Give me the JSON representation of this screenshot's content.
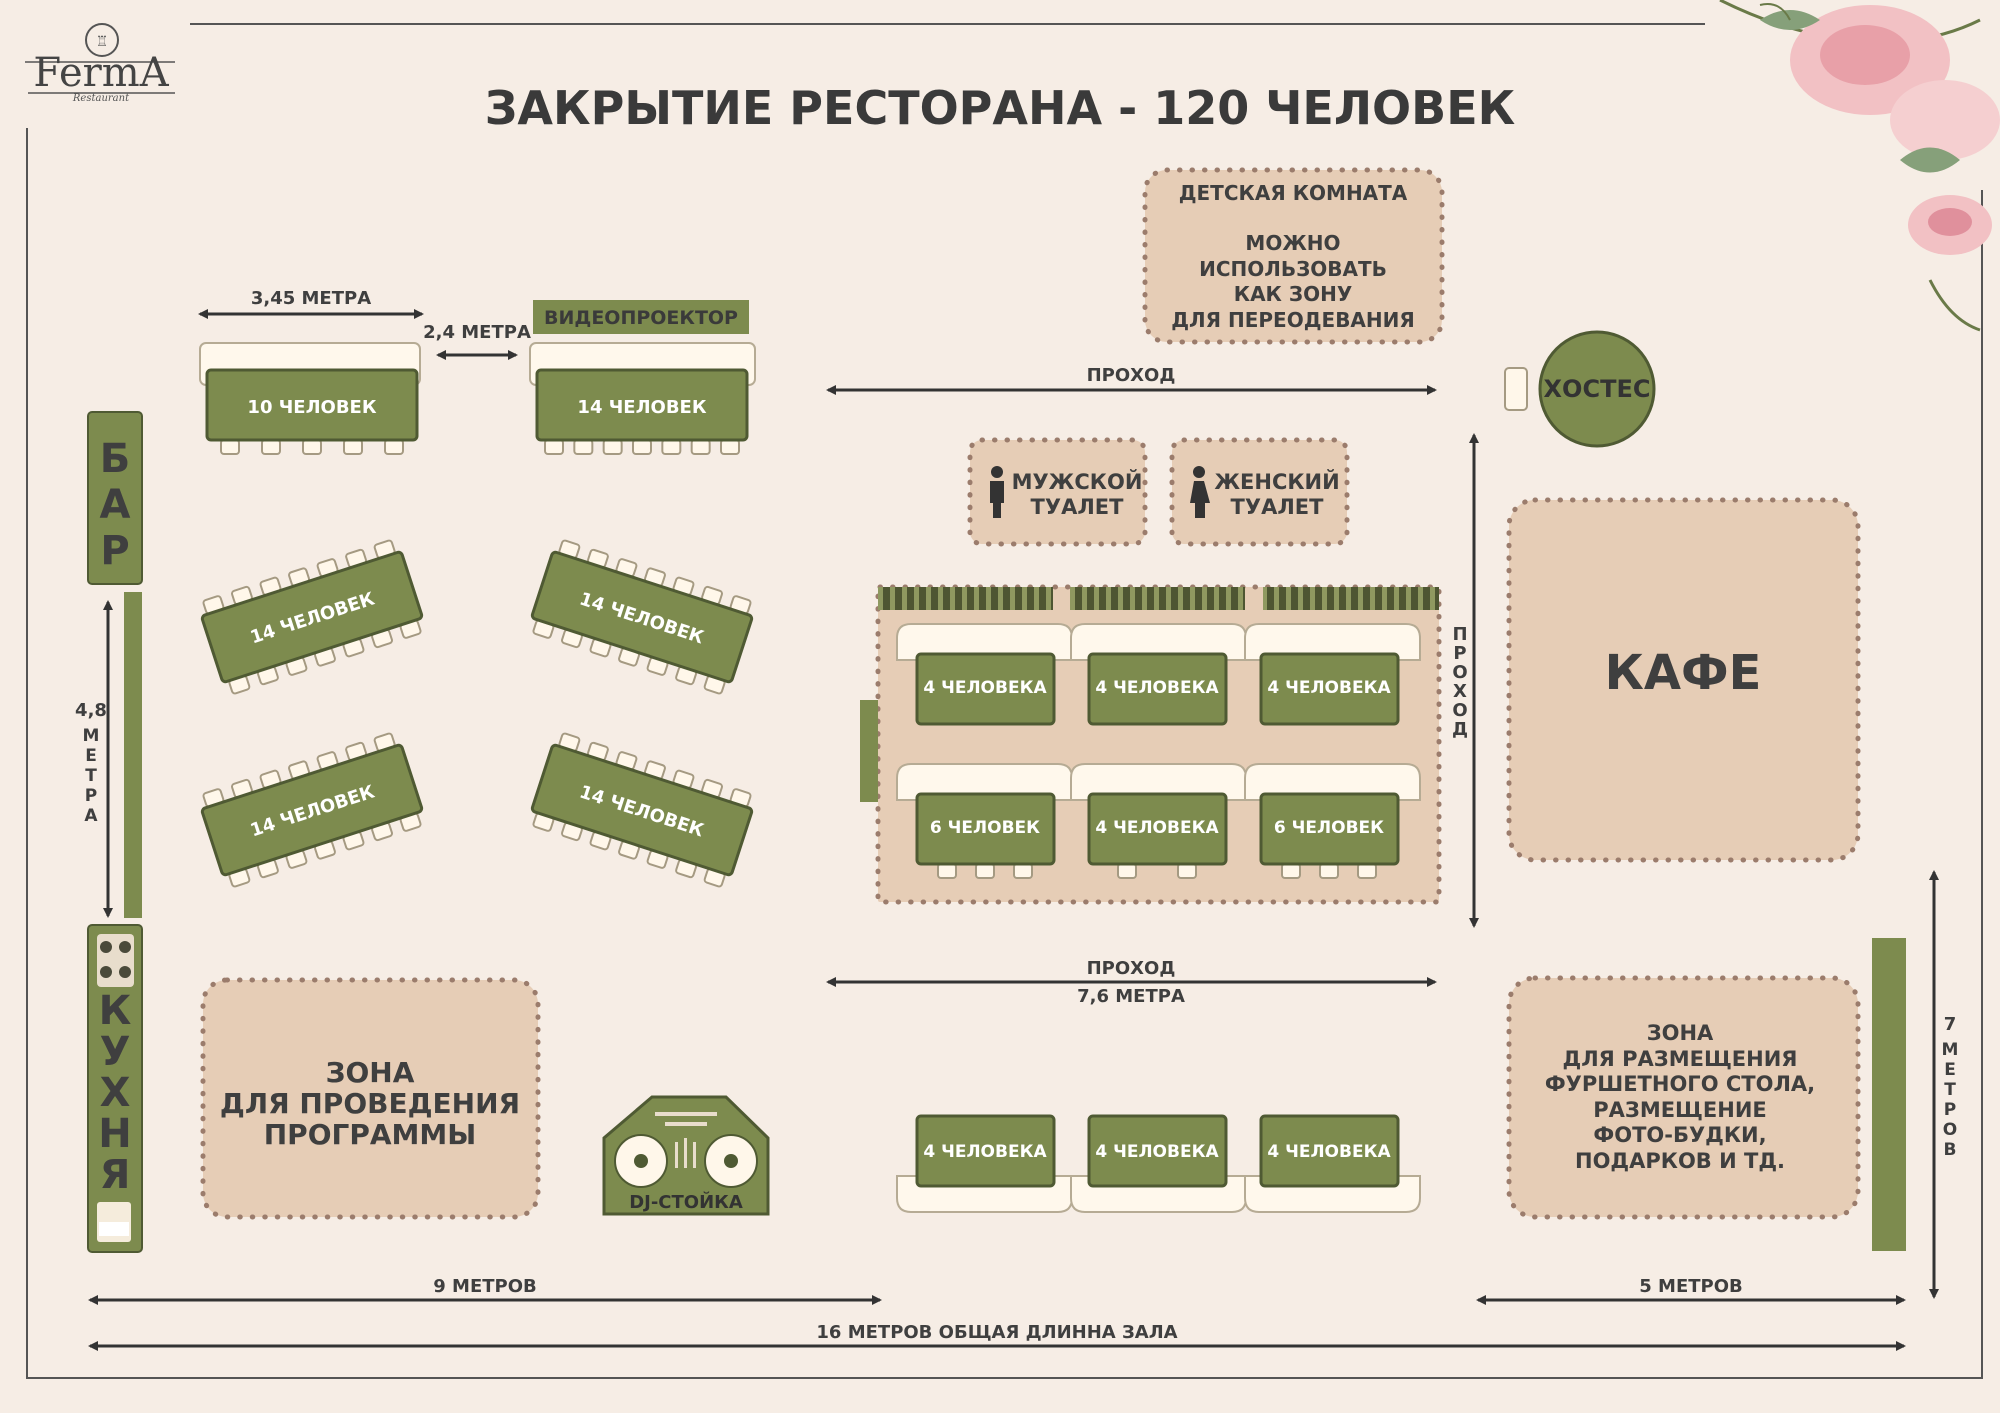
{
  "logo": {
    "text": "FermA",
    "sub": "Restaurant"
  },
  "title": "ЗАКРЫТИЕ РЕСТОРАНА - 120 ЧЕЛОВЕК",
  "kids_room": {
    "title": "ДЕТСКАЯ КОМНАТА",
    "lines": [
      "МОЖНО",
      "ИСПОЛЬЗОВАТЬ",
      "КАК ЗОНУ",
      "ДЛЯ ПЕРЕОДЕВАНИЯ"
    ]
  },
  "hostess": "ХОСТЕС",
  "dims": {
    "table_width": "3,45 МЕТРА",
    "gap": "2,4 МЕТРА",
    "bar_len_num": "4,8",
    "bar_len_word": [
      "М",
      "Е",
      "Т",
      "Р",
      "А"
    ],
    "aisle_len": "7,6 МЕТРА",
    "right_num": "7",
    "right_word": [
      "М",
      "Е",
      "Т",
      "Р",
      "О",
      "В"
    ],
    "nine": "9  МЕТРОВ",
    "five": "5  МЕТРОВ",
    "total": "16 МЕТРОВ  ОБЩАЯ ДЛИННА ЗАЛА"
  },
  "projector": "ВИДЕОПРОЕКТОР",
  "aisle_label": "ПРОХОД",
  "aisle_vertical": [
    "П",
    "Р",
    "О",
    "Х",
    "О",
    "Д"
  ],
  "toilets": {
    "male": [
      "МУЖСКОЙ",
      "ТУАЛЕТ"
    ],
    "female": [
      "ЖЕНСКИЙ",
      "ТУАЛЕТ"
    ]
  },
  "bar_letters": [
    "Б",
    "А",
    "Р"
  ],
  "kitchen_letters": [
    "К",
    "У",
    "Х",
    "Н",
    "Я"
  ],
  "cafe": "КАФЕ",
  "program_zone": [
    "ЗОНА",
    "ДЛЯ ПРОВЕДЕНИЯ",
    "ПРОГРАММЫ"
  ],
  "buffet_zone": [
    "ЗОНА",
    "ДЛЯ РАЗМЕЩЕНИЯ",
    "ФУРШЕТНОГО СТОЛА,",
    "РАЗМЕЩЕНИЕ",
    "ФОТО-БУДКИ,",
    "ПОДАРКОВ И ТД."
  ],
  "dj": "DJ-СТОЙКА",
  "tables": {
    "t_top1": "10 ЧЕЛОВЕК",
    "t_top2": "14 ЧЕЛОВЕК",
    "t_mid1": "14 ЧЕЛОВЕК",
    "t_mid2": "14 ЧЕЛОВЕК",
    "t_low1": "14 ЧЕЛОВЕК",
    "t_low2": "14 ЧЕЛОВЕК",
    "v1": "4 ЧЕЛОВЕКА",
    "v2": "4 ЧЕЛОВЕКА",
    "v3": "4 ЧЕЛОВЕКА",
    "v4": "6 ЧЕЛОВЕК",
    "v5": "4 ЧЕЛОВЕКА",
    "v6": "6 ЧЕЛОВЕК",
    "b1": "4 ЧЕЛОВЕКА",
    "b2": "4 ЧЕЛОВЕКА",
    "b3": "4 ЧЕЛОВЕКА"
  },
  "colors": {
    "background": "#f6ede5",
    "table": "#7d8b4e",
    "zone": "#e6cdb6",
    "text": "#3f3f3f"
  }
}
